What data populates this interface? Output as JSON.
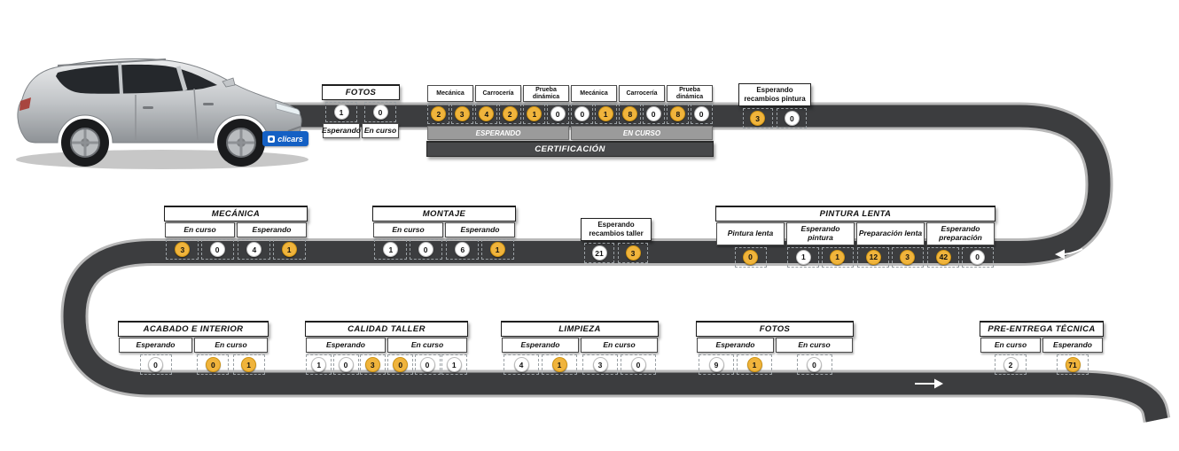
{
  "brand": {
    "badge_text": "clicars",
    "badge_bg": "#1460c4"
  },
  "colors": {
    "busy": "#f0b43c",
    "busy_border": "#cf9414",
    "free": "#ffffff",
    "free_border": "#bdbdbd",
    "road": "#3c3d3f",
    "road_edge": "#b9b9b9",
    "bar_gray": "#9b9b9b",
    "bar_dark": "#47484a"
  },
  "icons": {
    "direction_arrow": "→"
  },
  "stations": {
    "fotos_top": {
      "title": "FOTOS",
      "columns": [
        {
          "label": "Esperando",
          "slots": [
            {
              "v": "1",
              "busy": false
            }
          ]
        },
        {
          "label": "En curso",
          "slots": [
            {
              "v": "0",
              "busy": false
            }
          ]
        }
      ]
    },
    "certificacion": {
      "title": "CERTIFICACIÓN",
      "bars": [
        {
          "label": "ESPERANDO",
          "span": 3
        },
        {
          "label": "EN CURSO",
          "span": 3
        }
      ],
      "columns": [
        {
          "label": "Mecánica",
          "slots": [
            {
              "v": "2",
              "busy": true
            },
            {
              "v": "3",
              "busy": true
            }
          ]
        },
        {
          "label": "Carrocería",
          "slots": [
            {
              "v": "4",
              "busy": true
            },
            {
              "v": "2",
              "busy": true
            }
          ]
        },
        {
          "label": "Prueba dinámica",
          "slots": [
            {
              "v": "1",
              "busy": true
            },
            {
              "v": "0",
              "busy": false
            }
          ]
        },
        {
          "label": "Mecánica",
          "slots": [
            {
              "v": "0",
              "busy": false
            },
            {
              "v": "1",
              "busy": true
            }
          ]
        },
        {
          "label": "Carrocería",
          "slots": [
            {
              "v": "8",
              "busy": true
            },
            {
              "v": "0",
              "busy": false
            }
          ]
        },
        {
          "label": "Prueba dinámica",
          "slots": [
            {
              "v": "8",
              "busy": true
            },
            {
              "v": "0",
              "busy": false
            }
          ]
        }
      ]
    },
    "recambios_pintura": {
      "title": "Esperando recambios pintura",
      "columns": [
        {
          "label": "",
          "slots": [
            {
              "v": "3",
              "busy": true
            },
            {
              "v": "0",
              "busy": false
            }
          ]
        }
      ]
    },
    "mecanica": {
      "title": "MECÁNICA",
      "columns": [
        {
          "label": "En curso",
          "slots": [
            {
              "v": "3",
              "busy": true
            },
            {
              "v": "0",
              "busy": false
            }
          ]
        },
        {
          "label": "Esperando",
          "slots": [
            {
              "v": "4",
              "busy": false
            },
            {
              "v": "1",
              "busy": true
            }
          ]
        }
      ]
    },
    "montaje": {
      "title": "MONTAJE",
      "columns": [
        {
          "label": "En curso",
          "slots": [
            {
              "v": "1",
              "busy": false
            },
            {
              "v": "0",
              "busy": false
            }
          ]
        },
        {
          "label": "Esperando",
          "slots": [
            {
              "v": "6",
              "busy": false
            },
            {
              "v": "1",
              "busy": true
            }
          ]
        }
      ]
    },
    "recambios_taller": {
      "title": "Esperando recambios taller",
      "columns": [
        {
          "label": "",
          "slots": [
            {
              "v": "21",
              "busy": false
            },
            {
              "v": "3",
              "busy": true
            }
          ]
        }
      ]
    },
    "pintura_lenta": {
      "title": "PINTURA LENTA",
      "columns": [
        {
          "label": "Pintura lenta",
          "slots": [
            {
              "v": "0",
              "busy": true
            }
          ]
        },
        {
          "label": "Esperando pintura",
          "slots": [
            {
              "v": "1",
              "busy": false
            },
            {
              "v": "1",
              "busy": true
            }
          ]
        },
        {
          "label": "Preparación lenta",
          "slots": [
            {
              "v": "12",
              "busy": true
            },
            {
              "v": "3",
              "busy": true
            }
          ]
        },
        {
          "label": "Esperando preparación",
          "slots": [
            {
              "v": "42",
              "busy": true
            },
            {
              "v": "0",
              "busy": false
            }
          ]
        }
      ]
    },
    "acabado": {
      "title": "ACABADO E INTERIOR",
      "columns": [
        {
          "label": "Esperando",
          "slots": [
            {
              "v": "0",
              "busy": false
            }
          ]
        },
        {
          "label": "En curso",
          "slots": [
            {
              "v": "0",
              "busy": true
            },
            {
              "v": "1",
              "busy": true
            }
          ]
        }
      ]
    },
    "calidad": {
      "title": "CALIDAD TALLER",
      "columns": [
        {
          "label": "Esperando",
          "slots": [
            {
              "v": "1",
              "busy": false
            },
            {
              "v": "0",
              "busy": false
            },
            {
              "v": "3",
              "busy": true
            }
          ]
        },
        {
          "label": "En curso",
          "slots": [
            {
              "v": "0",
              "busy": true
            },
            {
              "v": "0",
              "busy": false
            },
            {
              "v": "1",
              "busy": false
            }
          ]
        }
      ]
    },
    "limpieza": {
      "title": "LIMPIEZA",
      "columns": [
        {
          "label": "Esperando",
          "slots": [
            {
              "v": "4",
              "busy": false
            },
            {
              "v": "1",
              "busy": true
            }
          ]
        },
        {
          "label": "En curso",
          "slots": [
            {
              "v": "3",
              "busy": false
            },
            {
              "v": "0",
              "busy": false
            }
          ]
        }
      ]
    },
    "fotos_bottom": {
      "title": "FOTOS",
      "columns": [
        {
          "label": "Esperando",
          "slots": [
            {
              "v": "9",
              "busy": false
            },
            {
              "v": "1",
              "busy": true
            }
          ]
        },
        {
          "label": "En curso",
          "slots": [
            {
              "v": "0",
              "busy": false
            }
          ]
        }
      ]
    },
    "preentrega": {
      "title": "PRE-ENTREGA TÉCNICA",
      "columns": [
        {
          "label": "En curso",
          "slots": [
            {
              "v": "2",
              "busy": false
            }
          ]
        },
        {
          "label": "Esperando",
          "slots": [
            {
              "v": "71",
              "busy": true
            }
          ]
        }
      ]
    }
  }
}
